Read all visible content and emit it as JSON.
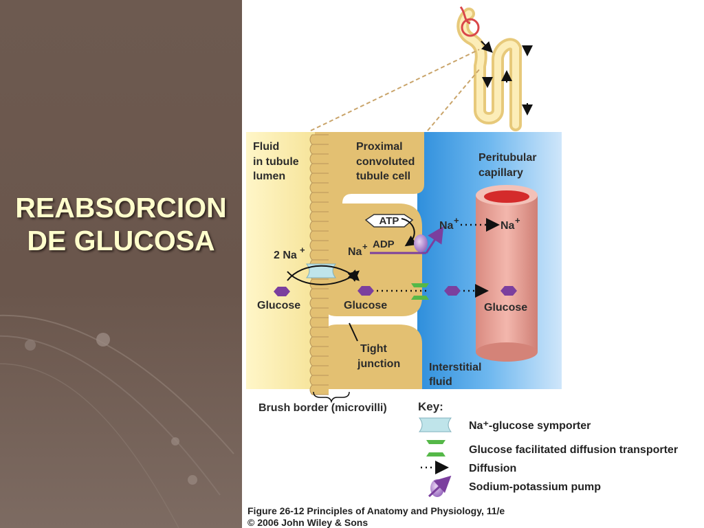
{
  "slide": {
    "title": "REABSORCION\nDE GLUCOSA"
  },
  "diagram": {
    "lumen_label": [
      "Fluid",
      "in tubule",
      "lumen"
    ],
    "cell_label": [
      "Proximal",
      "convoluted",
      "tubule cell"
    ],
    "capillary_label": [
      "Peritubular",
      "capillary"
    ],
    "atp": "ATP",
    "adp": "ADP",
    "na_lumen": "2 Na",
    "na_cell": "Na",
    "na_out_1": "Na",
    "na_out_2": "Na",
    "plus": "+",
    "glucose_lumen": "Glucose",
    "glucose_cell": "Glucose",
    "glucose_capillary": "Glucose",
    "tight_junction": [
      "Tight",
      "junction"
    ],
    "interstitial": [
      "Interstitial",
      "fluid"
    ],
    "brush_border": "Brush border (microvilli)"
  },
  "key": {
    "title": "Key:",
    "items": [
      {
        "label": "Na⁺-glucose symporter",
        "icon": "symporter-icon"
      },
      {
        "label": "Glucose facilitated diffusion transporter",
        "icon": "transporter-icon"
      },
      {
        "label": "Diffusion",
        "icon": "dotted-arrow-icon"
      },
      {
        "label": "Sodium-potassium pump",
        "icon": "pump-icon"
      }
    ]
  },
  "caption": {
    "line1": "Figure 26-12  Principles of Anatomy and Physiology, 11/e",
    "line2": "© 2006 John Wiley & Sons"
  },
  "colors": {
    "background_left": "#6d5a50",
    "title_text": "#ffffcc",
    "lumen": "#fbeeb0",
    "cell": "#e3c072",
    "interstitial": "#4aa0e0",
    "capillary": "#e59a90",
    "glucose": "#7b3f9e",
    "symporter": "#bfe4ea",
    "transporter": "#55b848"
  }
}
